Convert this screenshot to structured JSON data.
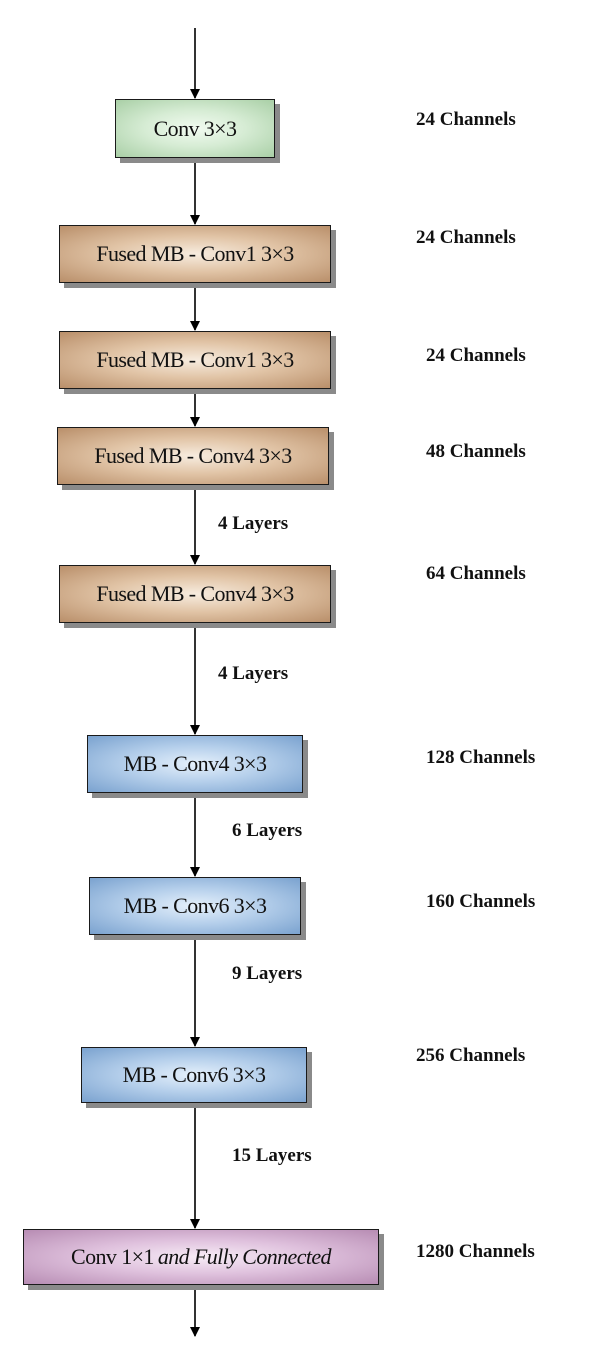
{
  "blocks": [
    {
      "label": "Conv 3×3",
      "channels": "24 Channels"
    },
    {
      "label": "Fused MB - Conv1 3×3",
      "channels": "24 Channels"
    },
    {
      "label": "Fused MB - Conv1 3×3",
      "channels": "24 Channels"
    },
    {
      "label": "Fused MB - Conv4 3×3",
      "channels": "48 Channels",
      "layers_after": "4 Layers"
    },
    {
      "label": "Fused MB - Conv4 3×3",
      "channels": "64 Channels",
      "layers_after": "4 Layers"
    },
    {
      "label": "MB - Conv4 3×3",
      "channels": "128 Channels",
      "layers_after": "6 Layers"
    },
    {
      "label": "MB - Conv6 3×3",
      "channels": "160 Channels",
      "layers_after": "9 Layers"
    },
    {
      "label": "MB - Conv6 3×3",
      "channels": "256 Channels",
      "layers_after": "15 Layers"
    },
    {
      "label": "Conv 1×1",
      "label_italic": "and Fully Connected",
      "channels": "1280 Channels"
    }
  ],
  "colors": {
    "stem": "#c8e3c5",
    "fused": "#d9b895",
    "mb": "#a4c2e6",
    "head": "#d5b1d2",
    "arrow": "#000000"
  }
}
